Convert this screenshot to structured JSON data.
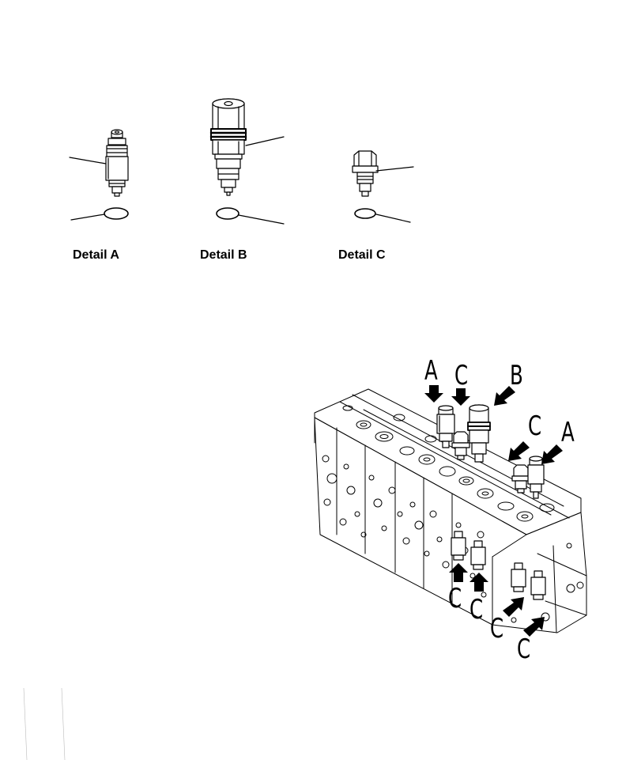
{
  "details": [
    {
      "id": "detail-a",
      "label": "Detail A"
    },
    {
      "id": "detail-b",
      "label": "Detail B"
    },
    {
      "id": "detail-c",
      "label": "Detail C"
    }
  ],
  "callouts": [
    "A",
    "C",
    "B",
    "C",
    "A",
    "C",
    "C",
    "C",
    "C"
  ]
}
